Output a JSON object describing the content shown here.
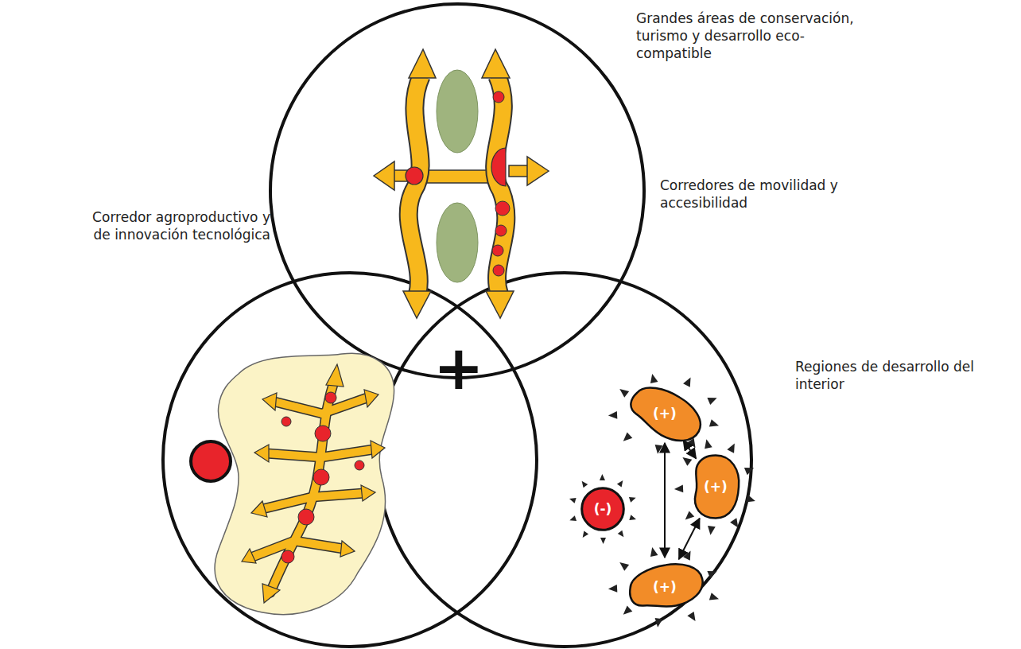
{
  "diagram": {
    "nodes": [
      {
        "text": [
          "(-)"
        ]
      },
      {
        "text": [
          "(+)"
        ]
      },
      {
        "text": [
          "(+)"
        ]
      },
      {
        "text": [
          "(+)"
        ]
      }
    ],
    "edges": [
      {
        "from": 1,
        "to": 3,
        "arrow": "both"
      },
      {
        "from": 1,
        "to": 2,
        "arrow": "both"
      },
      {
        "from": 2,
        "to": 3,
        "arrow": "both"
      }
    ],
    "labels": [
      "Grandes áreas de conservación, turismo y desarrollo eco-compatible",
      "Corredores de movilidad y accesibilidad",
      "Corredor agroproductivo y de innovación tecnológica",
      "Regiones de desarrollo del interior",
      "+"
    ]
  }
}
